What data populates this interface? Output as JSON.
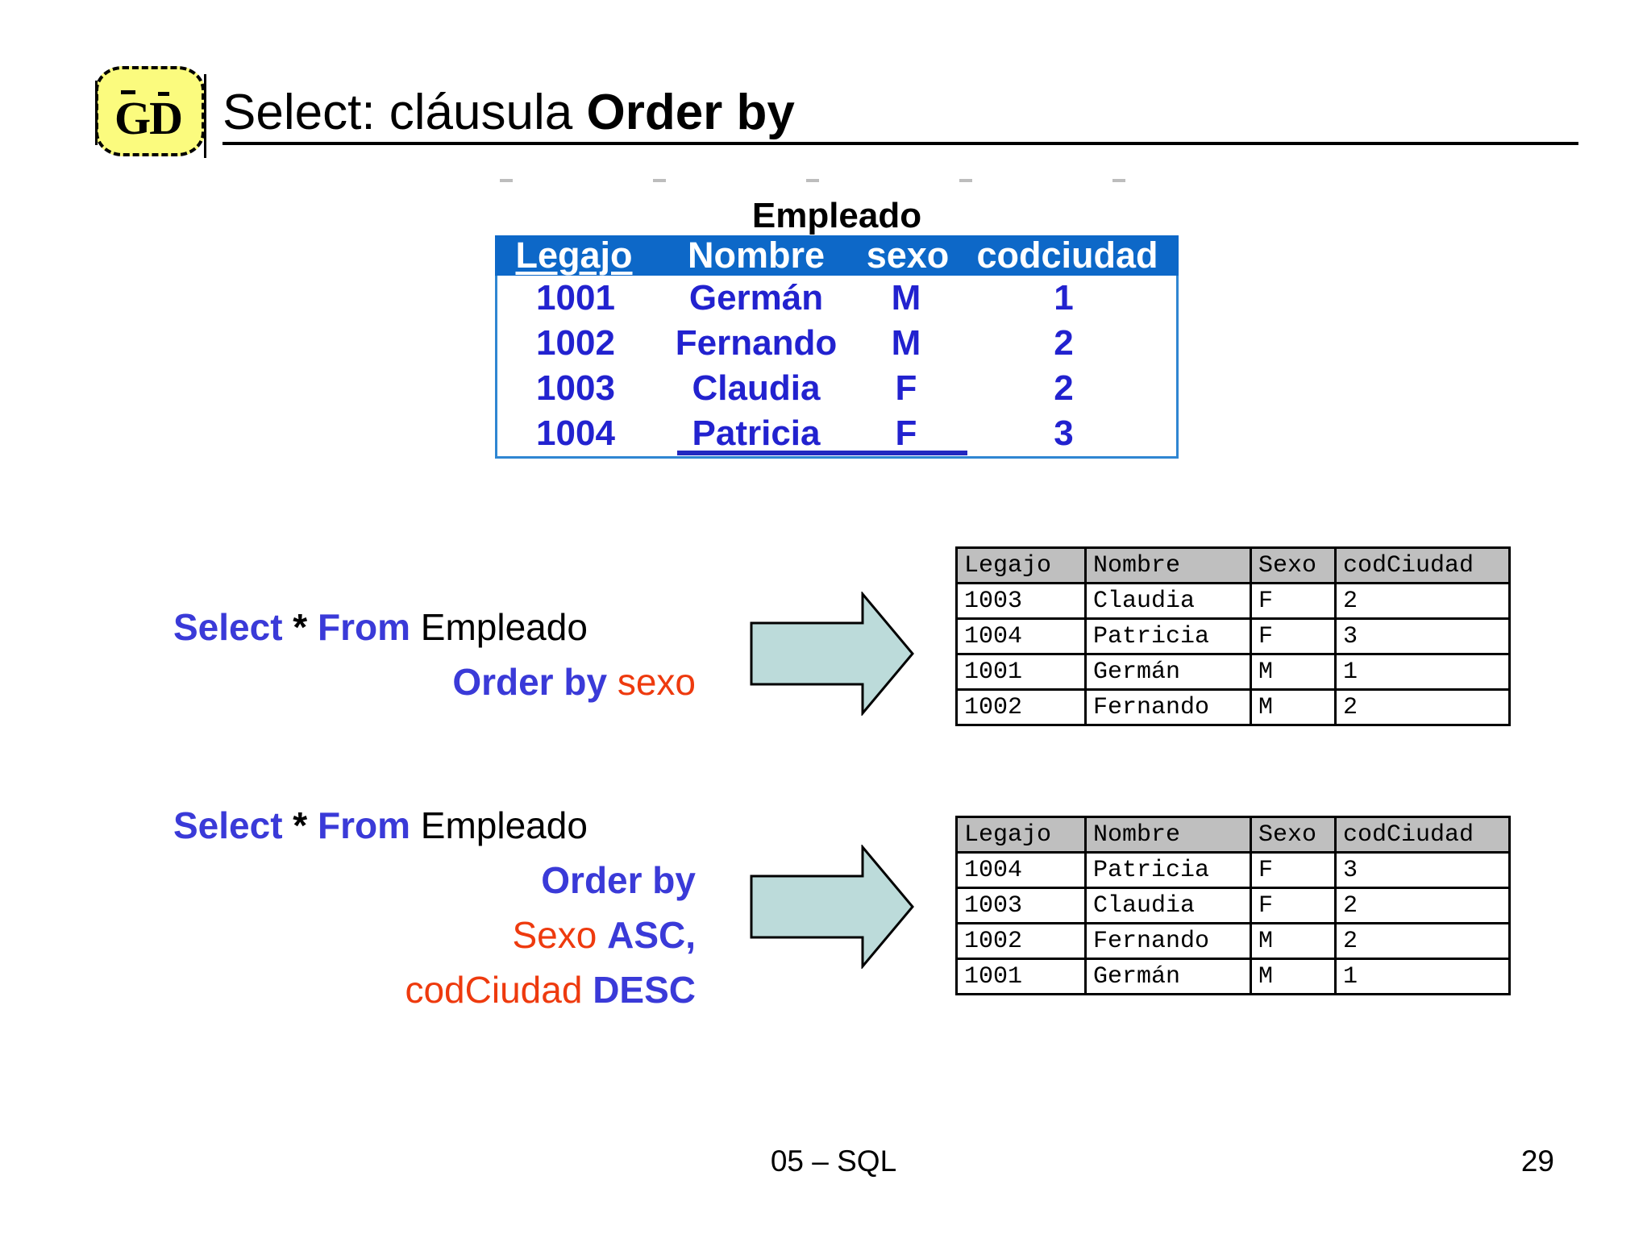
{
  "slide": {
    "logo_text": "GD",
    "title": {
      "regular": "Select: cláusula ",
      "bold": "Order by"
    },
    "footer": {
      "center": "05 – SQL",
      "page": "29"
    }
  },
  "colors": {
    "empleado_header_blue": "#0d68c8",
    "empleado_data_blue": "#2222cf",
    "keyword_blue": "#3a3ad8",
    "column_red": "#ee3a0e",
    "arrow_fill": "#bcdbda",
    "result_header_gray": "#bfbfbf",
    "logo_yellow": "#fbfb7e"
  },
  "empleado_table": {
    "caption": "Empleado",
    "headers": [
      "Legajo",
      "Nombre",
      "sexo",
      "codciudad"
    ],
    "rows": [
      [
        "1001",
        "Germán",
        "M",
        "1"
      ],
      [
        "1002",
        "Fernando",
        "M",
        "2"
      ],
      [
        "1003",
        "Claudia",
        "F",
        "2"
      ],
      [
        "1004",
        "Patricia",
        "F",
        "3"
      ]
    ]
  },
  "query1": {
    "line1": {
      "kw1": "Select",
      "star": " * ",
      "kw2": "From",
      "table": " Empleado"
    },
    "line2": {
      "kw": "Order by ",
      "col": "sexo"
    }
  },
  "query2": {
    "line1": {
      "kw1": "Select",
      "star": " * ",
      "kw2": "From",
      "table": " Empleado"
    },
    "line2": {
      "kw": "Order by"
    },
    "line3": {
      "col": "Sexo ",
      "kw": "ASC,"
    },
    "line4": {
      "col": "codCiudad ",
      "kw": "DESC"
    }
  },
  "result_table_1": {
    "headers": [
      "Legajo",
      "Nombre",
      "Sexo",
      "codCiudad"
    ],
    "rows": [
      [
        "1003",
        "Claudia",
        "F",
        "2"
      ],
      [
        "1004",
        "Patricia",
        "F",
        "3"
      ],
      [
        "1001",
        "Germán",
        "M",
        "1"
      ],
      [
        "1002",
        "Fernando",
        "M",
        "2"
      ]
    ]
  },
  "result_table_2": {
    "headers": [
      "Legajo",
      "Nombre",
      "Sexo",
      "codCiudad"
    ],
    "rows": [
      [
        "1004",
        "Patricia",
        "F",
        "3"
      ],
      [
        "1003",
        "Claudia",
        "F",
        "2"
      ],
      [
        "1002",
        "Fernando",
        "M",
        "2"
      ],
      [
        "1001",
        "Germán",
        "M",
        "1"
      ]
    ]
  }
}
